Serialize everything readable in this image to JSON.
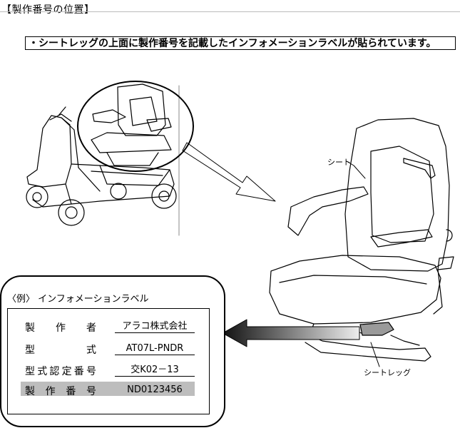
{
  "heading": "【製作番号の位置】",
  "note": "・シートレッグの上面に製作番号を記載したインフォメーションラベルが貼られています。",
  "callouts": {
    "seat": "シート",
    "seat_leg": "シートレッグ"
  },
  "example": {
    "title": "〈例〉 インフォメーションラベル",
    "rows": [
      {
        "key": "製作者",
        "value": "アラコ株式会社"
      },
      {
        "key": "型式",
        "value": "AT07L-PNDR"
      },
      {
        "key": "型式認定番号",
        "value": "交K02－13"
      },
      {
        "key": "製作番号",
        "value": "ND0123456"
      }
    ]
  }
}
